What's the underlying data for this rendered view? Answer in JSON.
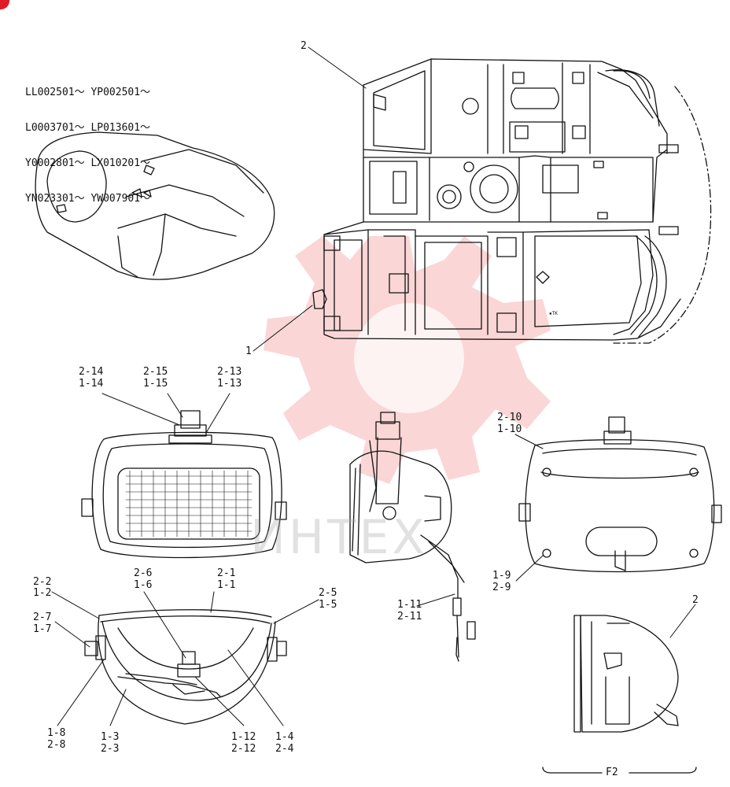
{
  "serial_numbers": [
    "LL002501～ YP002501～",
    "L0003701～ LP013601～",
    "Y0002801～ LX010201～",
    "YN023301～ YW007901～"
  ],
  "callouts": {
    "c2_top": "2",
    "c1_frame": "1",
    "c_2_14": "2-14",
    "c_1_14": "1-14",
    "c_2_15": "2-15",
    "c_1_15": "1-15",
    "c_2_13": "2-13",
    "c_1_13": "1-13",
    "c_2_10": "2-10",
    "c_1_10": "1-10",
    "c_1_9": "1-9",
    "c_2_9": "2-9",
    "c_1_11": "1-11",
    "c_2_11": "2-11",
    "c_2_2": "2-2",
    "c_1_2": "1-2",
    "c_2_6": "2-6",
    "c_1_6": "1-6",
    "c_2_1": "2-1",
    "c_1_1": "1-1",
    "c_2_5": "2-5",
    "c_1_5": "1-5",
    "c_2_7": "2-7",
    "c_1_7": "1-7",
    "c_1_8": "1-8",
    "c_2_8": "2-8",
    "c_1_3": "1-3",
    "c_2_3": "2-3",
    "c_1_12": "1-12",
    "c_2_12": "2-12",
    "c_1_4": "1-4",
    "c_2_4": "2-4",
    "c2_f2": "2",
    "f2": "F2"
  },
  "watermark_text": "ИНТЕХ",
  "colors": {
    "line": "#111111",
    "watermark": "#f26a6a",
    "corner_badge": "#e01b24"
  }
}
